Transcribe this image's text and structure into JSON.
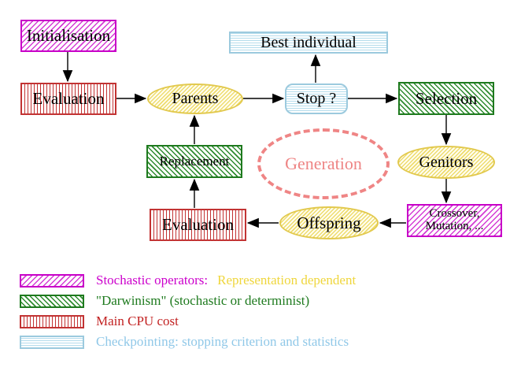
{
  "diagram": {
    "nodes": {
      "initialisation": {
        "label": "Initialisation"
      },
      "evaluation_top": {
        "label": "Evaluation"
      },
      "parents": {
        "label": "Parents"
      },
      "stop": {
        "label": "Stop ?"
      },
      "best_individual": {
        "label": "Best individual"
      },
      "selection": {
        "label": "Selection"
      },
      "genitors": {
        "label": "Genitors"
      },
      "crossover_mutation": {
        "line1": "Crossover,",
        "line2": "Mutation, ..."
      },
      "offspring": {
        "label": "Offspring"
      },
      "evaluation_bottom": {
        "label": "Evaluation"
      },
      "replacement": {
        "label": "Replacement"
      },
      "generation": {
        "label": "Generation"
      }
    }
  },
  "legend": {
    "items": [
      {
        "swatch": "magenta-diagonal-hatch",
        "label": "Stochastic operators:",
        "label2": "Representation dependent"
      },
      {
        "swatch": "green-diagonal-hatch",
        "label": "\"Darwinism\" (stochastic or determinist)"
      },
      {
        "swatch": "red-vertical-stripes",
        "label": "Main CPU cost"
      },
      {
        "swatch": "cyan-horizontal-stripes",
        "label": "Checkpointing: stopping criterion and statistics"
      }
    ]
  },
  "colors": {
    "magenta": "#cc00cc",
    "green": "#1e7a1e",
    "red": "#c23333",
    "cyan_border": "#9ccade",
    "cyan_text": "#90c8e8",
    "yellow": "#e2c94e",
    "yellow_text": "#efd63c",
    "salmon": "#f08484",
    "arrow": "#000000",
    "background": "#ffffff"
  }
}
